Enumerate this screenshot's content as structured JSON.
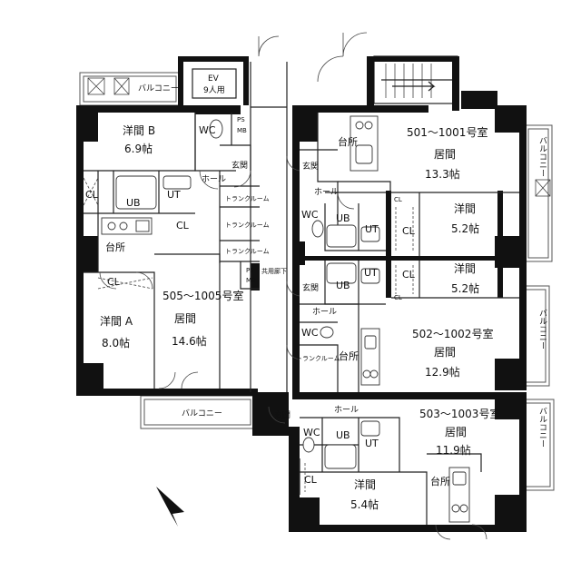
{
  "labels": {
    "balcony": "バルコニー",
    "ev_line1": "EV",
    "ev_line2": "9人用",
    "hall": "ホール",
    "entrance": "玄関",
    "kitchen": "台所",
    "living": "居間",
    "trunk_room": "トランクルーム",
    "common_corridor": "共用廊下",
    "wc": "WC",
    "ub": "UB",
    "ut": "UT",
    "cl": "CL",
    "ps": "PS",
    "mb": "MB"
  },
  "units": {
    "u501": {
      "name": "501～1001号室",
      "living_size": "13.3帖"
    },
    "u502": {
      "name": "502～1002号室",
      "living_size": "12.9帖"
    },
    "u503": {
      "name": "503～1003号室",
      "living_size": "11.9帖"
    },
    "u505": {
      "name": "505～1005号室",
      "living_size": "14.6帖"
    }
  },
  "rooms": {
    "western_b": {
      "name": "洋間 B",
      "size": "6.9帖"
    },
    "western_a": {
      "name": "洋間 A",
      "size": "8.0帖"
    },
    "western_501": {
      "name": "洋間",
      "size": "5.2帖"
    },
    "western_502": {
      "name": "洋間",
      "size": "5.2帖"
    },
    "western_503": {
      "name": "洋間",
      "size": "5.4帖"
    }
  }
}
